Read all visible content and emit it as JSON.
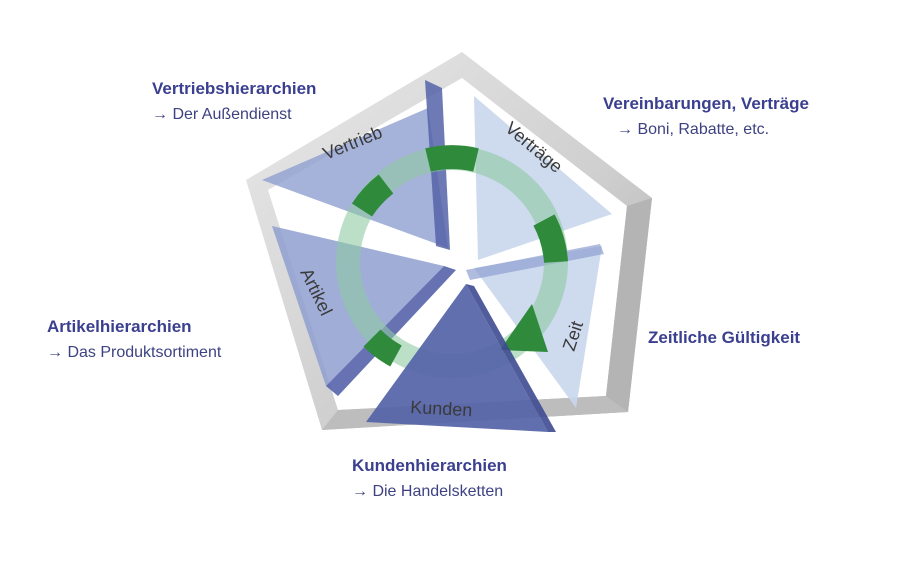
{
  "colors": {
    "title_text": "#3b3f8f",
    "sub_text": "#3e4282",
    "frame_light": "#e9e9e9",
    "frame_mid": "#cfcfcf",
    "frame_dark": "#a9a9a9",
    "panel_blue_dark": "#5563a8",
    "panel_blue_mid": "#8e9fd0",
    "panel_blue_light": "#c9d6ec",
    "cycle_green": "#2f8a3c",
    "cycle_green_light": "#8fc9a4",
    "segment_text": "#3a3a3a"
  },
  "segments": {
    "vertrieb": "Vertrieb",
    "vertraege": "Verträge",
    "zeit": "Zeit",
    "kunden": "Kunden",
    "artikel": "Artikel"
  },
  "captions": {
    "vertrieb": {
      "title": "Vertriebshierarchien",
      "sub": "→ Der Außendienst"
    },
    "vertraege": {
      "title": "Vereinbarungen, Verträge",
      "sub": "→ Boni, Rabatte, etc."
    },
    "zeit": {
      "title": "Zeitliche Gültigkeit"
    },
    "artikel": {
      "title": "Artikelhierarchien",
      "sub": "→ Das Produktsortiment"
    },
    "kunden": {
      "title": "Kundenhierarchien",
      "sub": "→ Die Handelsketten"
    }
  }
}
